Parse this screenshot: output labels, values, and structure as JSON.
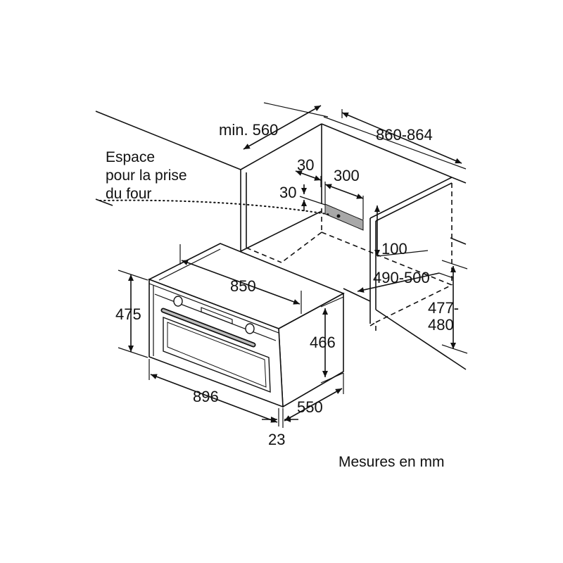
{
  "socket_label": [
    "Espace",
    "pour la prise",
    "du four"
  ],
  "dims": {
    "min_depth": "min. 560",
    "width_range": "860-864",
    "offset_30_a": "30",
    "offset_30_b": "30",
    "socket_width": "300",
    "socket_gap": "100",
    "depth_range": "490-500",
    "height_range_1": "477-",
    "height_range_2": "480",
    "oven_body_width": "850",
    "oven_front_height": "475",
    "oven_body_height": "466",
    "oven_front_width": "896",
    "oven_depth": "550",
    "front_thickness": "23"
  },
  "footer": "Mesures en mm"
}
